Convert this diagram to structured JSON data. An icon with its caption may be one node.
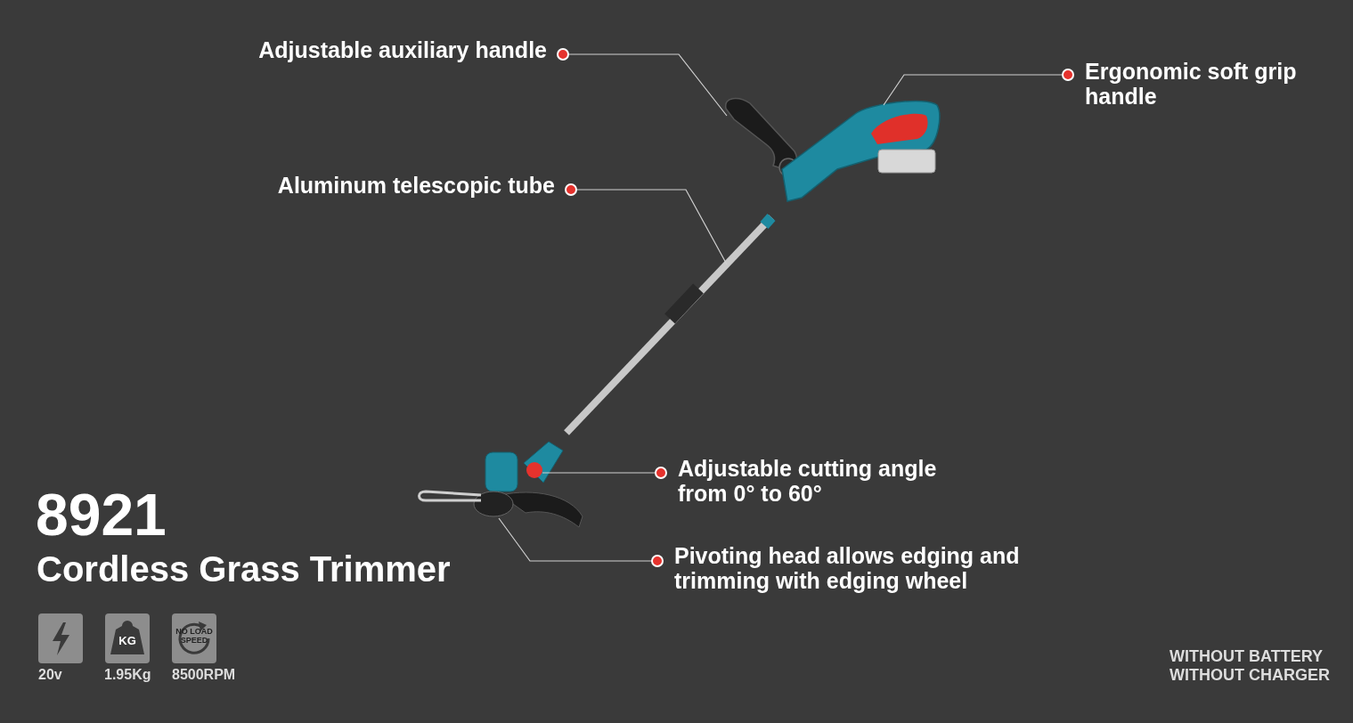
{
  "diagram": {
    "title": "8921",
    "nodes": [
      {
        "text": [
          "Adjustable auxiliary handle"
        ]
      },
      {
        "text": [
          "Ergonomic soft grip handle"
        ]
      },
      {
        "text": [
          "Aluminum telescopic tube"
        ]
      },
      {
        "text": [
          "Adjustable cutting angle from 0° to 60°"
        ]
      },
      {
        "text": [
          "Pivoting head allows edging and trimming with edging wheel"
        ]
      },
      {
        "text": [],
        "shape": "picture"
      },
      {
        "text": [],
        "shape": "picture"
      },
      {
        "text": [],
        "shape": "picture"
      },
      {
        "text": [],
        "shape": "picture"
      },
      {
        "text": [],
        "shape": "picture"
      }
    ],
    "edges": [
      {
        "from": 0,
        "to": 5,
        "arrow": "other"
      },
      {
        "from": 1,
        "to": 6,
        "arrow": "other"
      },
      {
        "from": 2,
        "to": 7,
        "arrow": "other"
      },
      {
        "from": 3,
        "to": 8,
        "arrow": "other"
      },
      {
        "from": 4,
        "to": 9,
        "arrow": "other"
      }
    ],
    "labels": [
      "Cordless Grass Trimmer",
      "KG",
      "NO LOAD SPEED",
      "20v",
      "1.95Kg",
      "8500RPM",
      "WITHOUT BATTERY",
      "WITHOUT CHARGER"
    ]
  }
}
